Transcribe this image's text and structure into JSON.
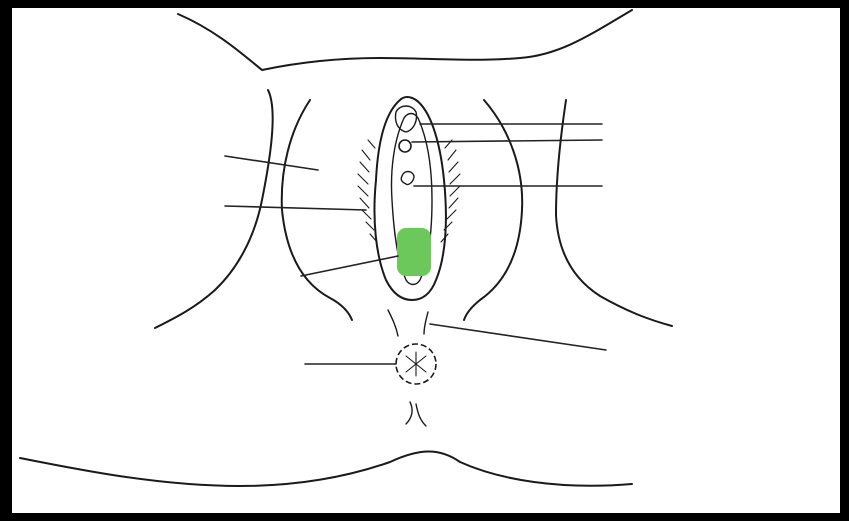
{
  "diagram": {
    "highlight_color": "#6cc85a",
    "background_color": "#ffffff",
    "frame_color": "#000000",
    "ink_color": "#1a1a1a",
    "leader_lines": [
      {
        "id": "leader-right-1",
        "side": "right"
      },
      {
        "id": "leader-right-2",
        "side": "right"
      },
      {
        "id": "leader-right-3",
        "side": "right"
      },
      {
        "id": "leader-right-4",
        "side": "right"
      },
      {
        "id": "leader-left-1",
        "side": "left"
      },
      {
        "id": "leader-left-2",
        "side": "left"
      },
      {
        "id": "leader-left-3",
        "side": "left"
      },
      {
        "id": "leader-left-4",
        "side": "left"
      }
    ],
    "labels": [],
    "highlighted_region": "blank-label-highlight"
  }
}
